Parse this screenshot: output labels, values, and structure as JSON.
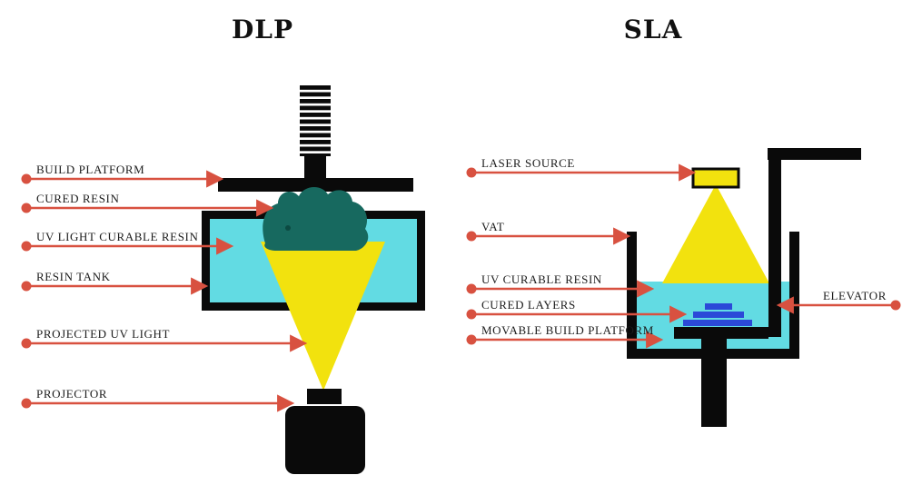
{
  "titles": {
    "dlp": "DLP",
    "sla": "SLA"
  },
  "dlp": {
    "labels": [
      "BUILD PLATFORM",
      "CURED RESIN",
      "UV LIGHT CURABLE RESIN",
      "RESIN TANK",
      "PROJECTED UV LIGHT",
      "PROJECTOR"
    ]
  },
  "sla": {
    "labels": [
      "LASER SOURCE",
      "VAT",
      "UV CURABLE RESIN",
      "CURED LAYERS",
      "MOVABLE BUILD PLATFORM",
      "ELEVATOR"
    ]
  },
  "colors": {
    "accent_red": "#d85140",
    "resin_cyan": "#62dbe3",
    "cured_teal": "#17695f",
    "uv_yellow": "#f2e20e",
    "cured_blue": "#2b49d8",
    "ink_black": "#0a0a0a"
  }
}
